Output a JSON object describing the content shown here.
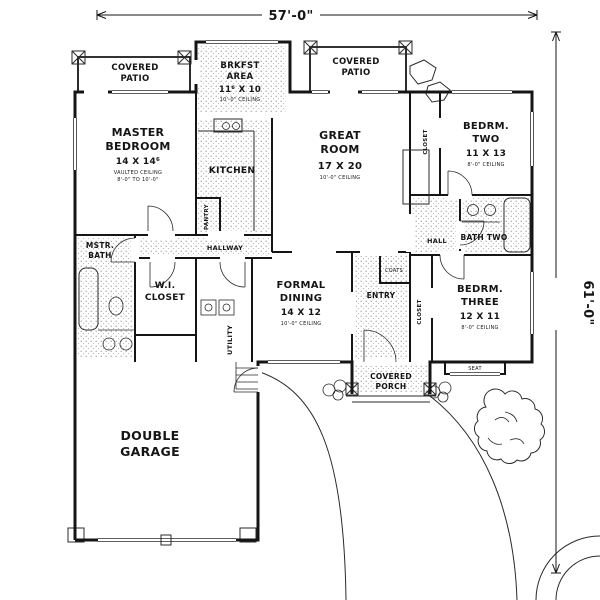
{
  "page": {
    "background": "#ffffff",
    "ink": "#151515"
  },
  "dimensions": {
    "width": "57'-0\"",
    "height": "61'-0\""
  },
  "rooms": {
    "covered_patio_left": {
      "line1": "COVERED",
      "line2": "PATIO"
    },
    "brkfst_area": {
      "line1": "BRKFST",
      "line2": "AREA",
      "size": "11⁶ X 10",
      "ceiling": "10'-0\" CEILING"
    },
    "covered_patio_top": {
      "line1": "COVERED",
      "line2": "PATIO"
    },
    "master_bedroom": {
      "line1": "MASTER",
      "line2": "BEDROOM",
      "size": "14 X 14⁶",
      "ceiling1": "VAULTED CEILING",
      "ceiling2": "8'-0\" TO 10'-0\""
    },
    "kitchen": {
      "line1": "KITCHEN"
    },
    "great_room": {
      "line1": "GREAT",
      "line2": "ROOM",
      "size": "17 X 20",
      "ceiling": "10'-0\" CEILING"
    },
    "closet_bedroom_two": {
      "line1": "CLOSET"
    },
    "bedroom_two": {
      "line1": "BEDRM.",
      "line2": "TWO",
      "size": "11 X 13",
      "ceiling": "8'-0\" CEILING"
    },
    "master_bath": {
      "line1": "MSTR.",
      "line2": "BATH"
    },
    "pantry": {
      "line1": "PANTRY"
    },
    "hallway": {
      "line1": "HALLWAY"
    },
    "hall": {
      "line1": "HALL"
    },
    "bath_two": {
      "line1": "BATH TWO"
    },
    "wi_closet": {
      "line1": "W.I.",
      "line2": "CLOSET"
    },
    "utility": {
      "line1": "UTILITY"
    },
    "formal_dining": {
      "line1": "FORMAL",
      "line2": "DINING",
      "size": "14 X 12",
      "ceiling": "10'-0\" CEILING"
    },
    "entry": {
      "line1": "ENTRY"
    },
    "coats": {
      "line1": "COATS"
    },
    "closet_bedroom_three": {
      "line1": "CLOSET"
    },
    "bedroom_three": {
      "line1": "BEDRM.",
      "line2": "THREE",
      "size": "12 X 11",
      "ceiling": "8'-0\" CEILING"
    },
    "seat": {
      "line1": "SEAT"
    },
    "covered_porch": {
      "line1": "COVERED",
      "line2": "PORCH"
    },
    "double_garage": {
      "line1": "DOUBLE",
      "line2": "GARAGE"
    }
  }
}
